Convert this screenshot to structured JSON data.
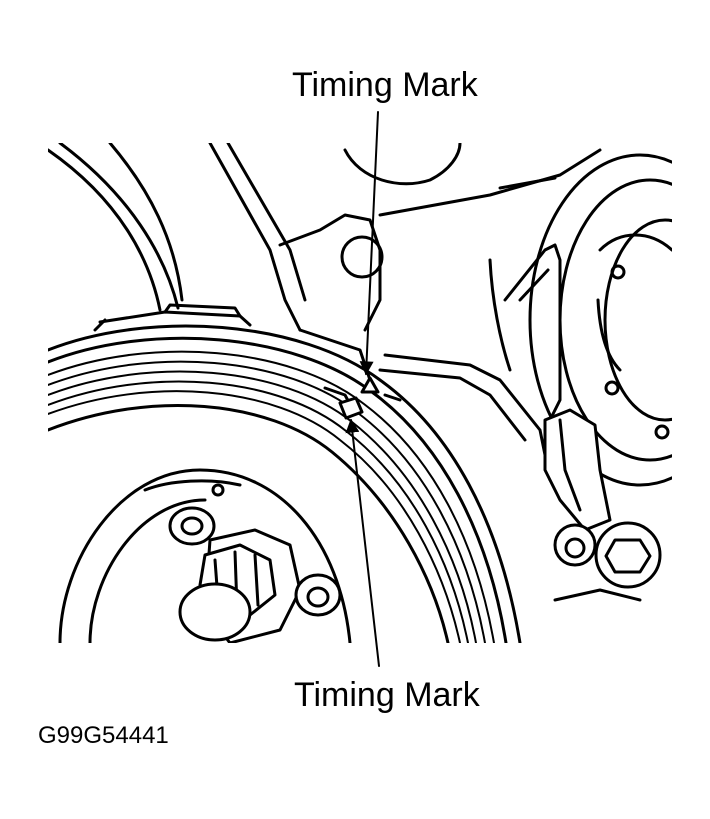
{
  "labels": {
    "top": "Timing Mark",
    "bottom": "Timing Mark"
  },
  "figure_code": "G99G54441",
  "colors": {
    "ink": "#000000",
    "paper": "#ffffff"
  }
}
